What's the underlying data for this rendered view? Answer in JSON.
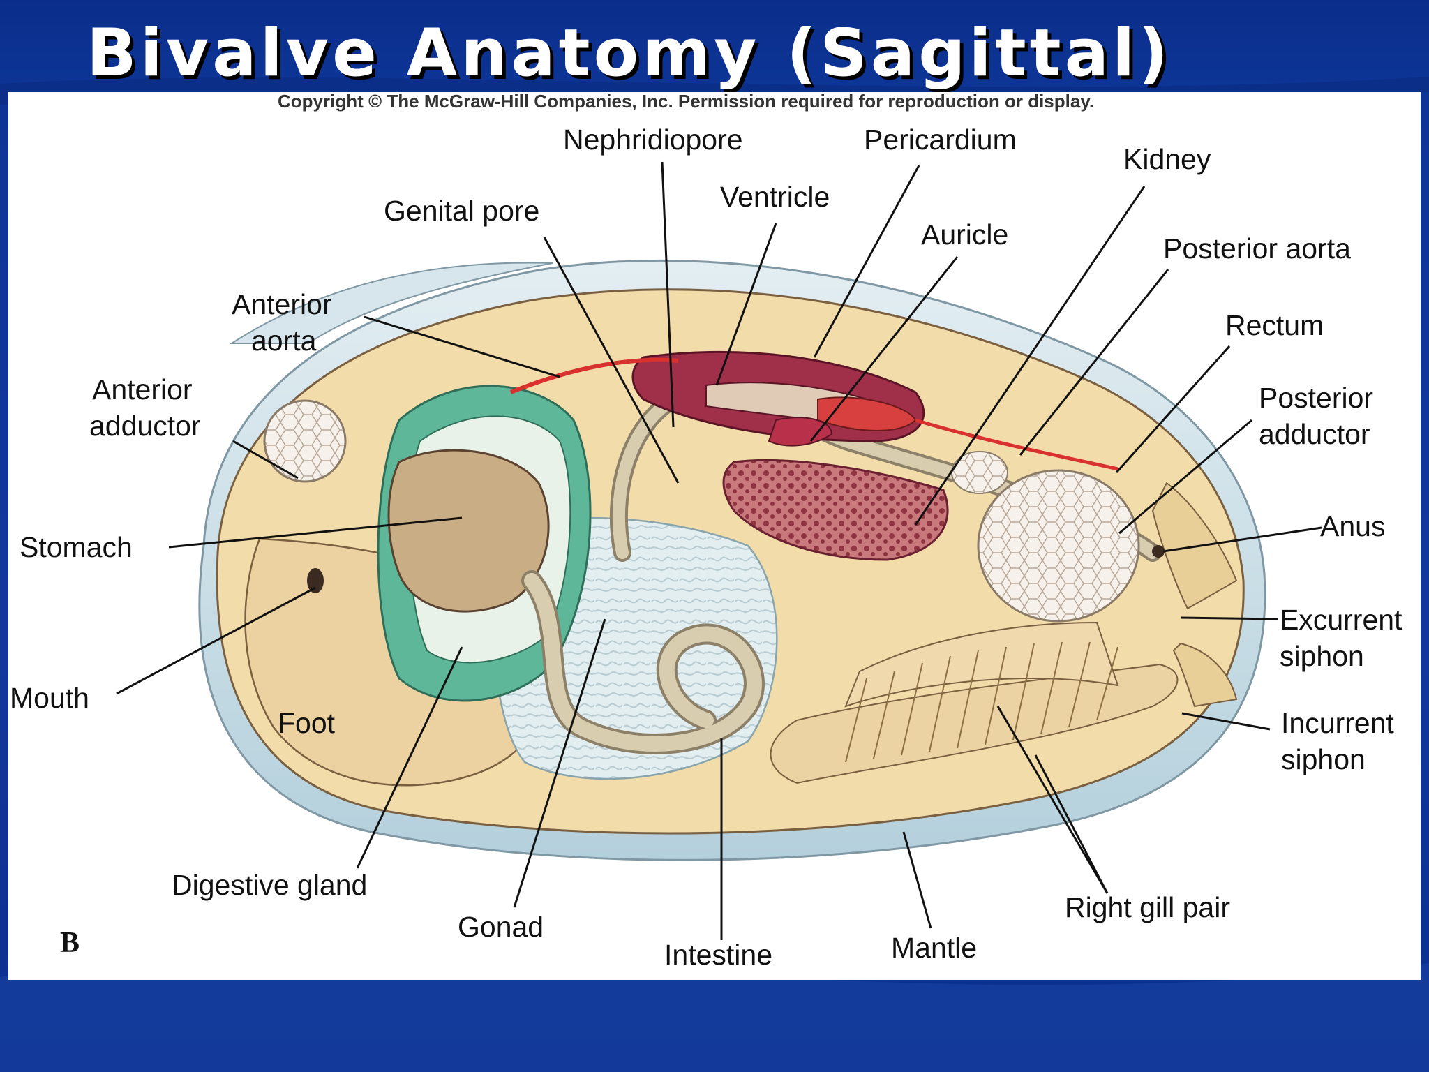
{
  "slide": {
    "title": "Bivalve Anatomy (Sagittal)"
  },
  "figure": {
    "copyright": "Copyright © The McGraw-Hill Companies, Inc. Permission required for reproduction or display.",
    "plate_letter": "B",
    "labels": {
      "nephridiopore": "Nephridiopore",
      "pericardium": "Pericardium",
      "kidney": "Kidney",
      "ventricle": "Ventricle",
      "genital_pore": "Genital pore",
      "auricle": "Auricle",
      "posterior_aorta": "Posterior aorta",
      "anterior_aorta": [
        "Anterior",
        "aorta"
      ],
      "rectum": "Rectum",
      "anterior_adductor": [
        "Anterior",
        "adductor"
      ],
      "posterior_adductor": [
        "Posterior",
        "adductor"
      ],
      "anus": "Anus",
      "stomach": "Stomach",
      "excurrent_siphon": [
        "Excurrent",
        "siphon"
      ],
      "mouth": "Mouth",
      "foot": "Foot",
      "incurrent_siphon": [
        "Incurrent",
        "siphon"
      ],
      "digestive_gland": "Digestive gland",
      "right_gill_pair": "Right gill pair",
      "gonad": "Gonad",
      "mantle": "Mantle",
      "intestine": "Intestine"
    }
  },
  "colors": {
    "background": "#0d3596",
    "mantle_fill": "#f2dcaa",
    "shell_edge": "#bfd6e0",
    "pericardium": "#a0304a",
    "digestive_gland": "#5fb79a",
    "aorta": "#d8312e",
    "kidney": "#b8556a"
  }
}
